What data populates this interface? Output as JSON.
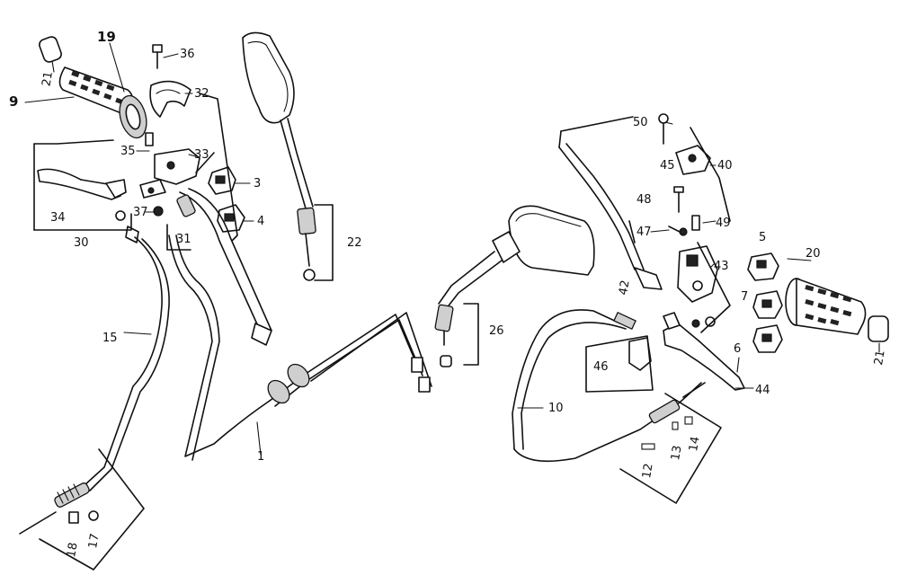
{
  "callouts": {
    "p1": "1",
    "p3": "3",
    "p4": "4",
    "p5": "5",
    "p6": "6",
    "p7": "7",
    "p9": "9",
    "p10": "10",
    "p12": "12",
    "p13": "13",
    "p14": "14",
    "p15": "15",
    "p17": "17",
    "p18": "18",
    "p19": "19",
    "p20": "20",
    "p21a": "21",
    "p21b": "21",
    "p22": "22",
    "p26": "26",
    "p30": "30",
    "p31": "31",
    "p32": "32",
    "p33": "33",
    "p34": "34",
    "p35": "35",
    "p36": "36",
    "p37": "37",
    "p40": "40",
    "p42": "42",
    "p43": "43",
    "p44": "44",
    "p45": "45",
    "p46": "46",
    "p47": "47",
    "p48": "48",
    "p49": "49",
    "p50": "50"
  }
}
